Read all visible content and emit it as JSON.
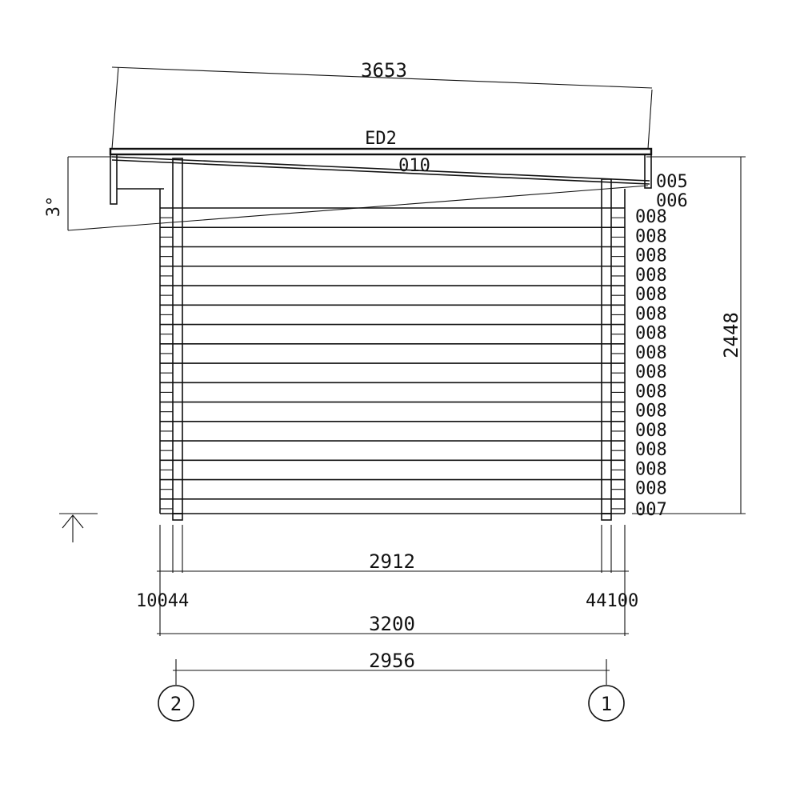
{
  "dimensions": {
    "roof_length": "3653",
    "total_height": "2448",
    "wall_length_inner": "2912",
    "wall_length_outer": "3200",
    "axis_distance": "2956",
    "left_offset": "10044",
    "right_offset": "44100",
    "roof_angle": "3°"
  },
  "parts": {
    "roof_edge": "ED2",
    "roof_board": "010",
    "part_005": "005",
    "part_006": "006",
    "log_label": "008",
    "bottom_log": "007"
  },
  "log_rows": 15,
  "axes": {
    "left": "2",
    "right": "1"
  }
}
